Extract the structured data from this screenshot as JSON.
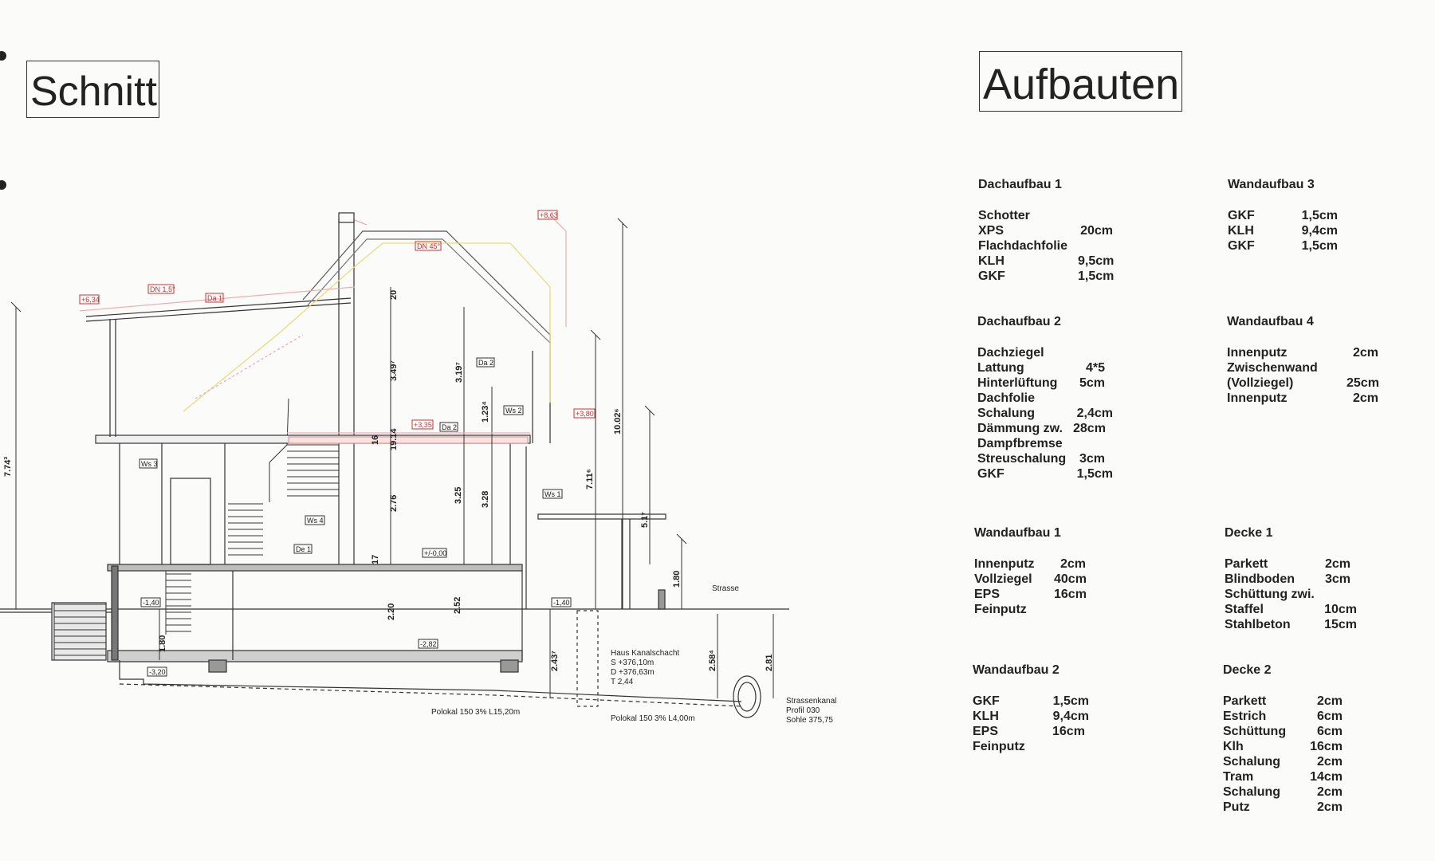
{
  "titles": {
    "left": "Schnitt",
    "right": "Aufbauten"
  },
  "drawing": {
    "dims": {
      "d1": "7.74³",
      "d2": "3.49⁷",
      "d3": "3.19⁷",
      "d4": "10.02⁶",
      "d5": "7.11⁶",
      "d6": "1.23⁴",
      "d7": "19.14",
      "d8": "2.76",
      "d9": "3.25",
      "d10": "3.28",
      "d11": "2.20",
      "d12": "2.52",
      "d13": "1.80",
      "d14": "1.80",
      "d15": "2.43⁷",
      "d16": "2.58⁴",
      "d17": "2.81",
      "d18": "5.1⁷",
      "d19": "20",
      "d20": "16",
      "d21": "17"
    },
    "levels": {
      "l1": "+6,34",
      "l2": "+8,63",
      "l3": "+3,35",
      "l4": "+3,80",
      "l5": "+/-0,00",
      "l6": "-1,40",
      "l7": "-1,40",
      "l8": "-2,82",
      "l9": "-3,20"
    },
    "tags": {
      "t1": "DN 1,5°",
      "t2": "DN 45°",
      "t3": "Da 1",
      "t4": "Da 2",
      "t5": "Da 2",
      "t6": "Ws 3",
      "t7": "Ws 2",
      "t8": "Ws 1",
      "t9": "Ws 4",
      "t10": "De 1"
    },
    "notes": {
      "strasse": "Strasse",
      "kanal1": "Haus Kanalschacht",
      "kanal2": "S +376,10m",
      "kanal3": "D +376,63m",
      "kanal4": "T 2,44",
      "pipe1": "Polokal 150 3% L15,20m",
      "pipe2": "Polokal 150 3% L4,00m",
      "sk1": "Strassenkanal",
      "sk2": "Profil 030",
      "sk3": "Sohle 375,75"
    }
  },
  "sections": [
    {
      "heading": "Dachaufbau 1",
      "items": [
        {
          "name": "Schotter",
          "value": ""
        },
        {
          "name": "XPS",
          "value": "20cm"
        },
        {
          "name": "Flachdachfolie",
          "value": ""
        },
        {
          "name": "KLH",
          "value": "9,5cm"
        },
        {
          "name": "GKF",
          "value": "1,5cm"
        }
      ]
    },
    {
      "heading": "Wandaufbau 3",
      "items": [
        {
          "name": "GKF",
          "value": "1,5cm"
        },
        {
          "name": "KLH",
          "value": "9,4cm"
        },
        {
          "name": "GKF",
          "value": "1,5cm"
        }
      ]
    },
    {
      "heading": "Dachaufbau 2",
      "items": [
        {
          "name": "Dachziegel",
          "value": ""
        },
        {
          "name": "Lattung",
          "value": "4*5"
        },
        {
          "name": "Hinterlüftung",
          "value": "5cm"
        },
        {
          "name": "Dachfolie",
          "value": ""
        },
        {
          "name": "Schalung",
          "value": "2,4cm"
        },
        {
          "name": "Dämmung zw.",
          "value": "28cm"
        },
        {
          "name": "Dampfbremse",
          "value": ""
        },
        {
          "name": "Streuschalung",
          "value": "3cm"
        },
        {
          "name": "GKF",
          "value": "1,5cm"
        }
      ]
    },
    {
      "heading": "Wandaufbau 4",
      "items": [
        {
          "name": "Innenputz",
          "value": "2cm"
        },
        {
          "name": "Zwischenwand",
          "value": ""
        },
        {
          "name": "(Vollziegel)",
          "value": "25cm"
        },
        {
          "name": "Innenputz",
          "value": "2cm"
        }
      ]
    },
    {
      "heading": "Wandaufbau 1",
      "items": [
        {
          "name": "Innenputz",
          "value": "2cm"
        },
        {
          "name": "Vollziegel",
          "value": "40cm"
        },
        {
          "name": "EPS",
          "value": "16cm"
        },
        {
          "name": "Feinputz",
          "value": ""
        }
      ]
    },
    {
      "heading": "Decke 1",
      "items": [
        {
          "name": "Parkett",
          "value": "2cm"
        },
        {
          "name": "Blindboden",
          "value": "3cm"
        },
        {
          "name": "Schüttung zwi.",
          "value": ""
        },
        {
          "name": "Staffel",
          "value": "10cm"
        },
        {
          "name": "Stahlbeton",
          "value": "15cm"
        }
      ]
    },
    {
      "heading": "Wandaufbau 2",
      "items": [
        {
          "name": "GKF",
          "value": "1,5cm"
        },
        {
          "name": "KLH",
          "value": "9,4cm"
        },
        {
          "name": "EPS",
          "value": "16cm"
        },
        {
          "name": "Feinputz",
          "value": ""
        }
      ]
    },
    {
      "heading": "Decke 2",
      "items": [
        {
          "name": "Parkett",
          "value": "2cm"
        },
        {
          "name": "Estrich",
          "value": "6cm"
        },
        {
          "name": "Schüttung",
          "value": "6cm"
        },
        {
          "name": "Klh",
          "value": "16cm"
        },
        {
          "name": "Schalung",
          "value": "2cm"
        },
        {
          "name": "Tram",
          "value": "14cm"
        },
        {
          "name": "Schalung",
          "value": "2cm"
        },
        {
          "name": "Putz",
          "value": "2cm"
        }
      ]
    }
  ]
}
